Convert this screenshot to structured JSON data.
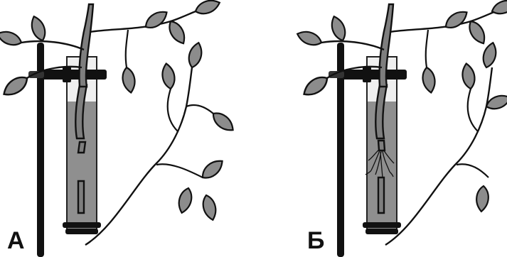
{
  "panels": [
    {
      "label": "А",
      "state": "cut stem in water, no roots"
    },
    {
      "label": "Б",
      "state": "cut stem in water, roots formed"
    }
  ],
  "colors": {
    "line": "#111111",
    "leaf_fill": "#8c8c8c",
    "water": "#8f8f8f",
    "tube_glass": "#e9e9e9",
    "background": "#ffffff"
  },
  "icons": {
    "stand": "lab-stand-icon",
    "clamp": "clamp-icon",
    "tube": "test-tube-icon",
    "roots": "roots-icon"
  }
}
